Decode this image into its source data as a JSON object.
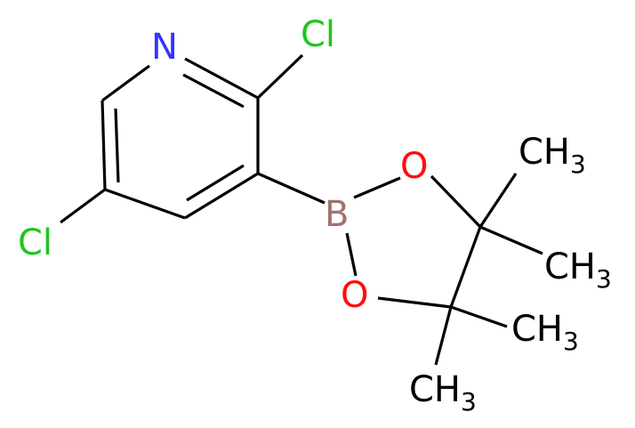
{
  "molecule": {
    "atoms": {
      "n1": {
        "text": "N",
        "color": "#3333ff"
      },
      "cl2": {
        "text": "Cl",
        "color": "#1ec61e"
      },
      "cl5": {
        "text": "Cl",
        "color": "#1ec61e"
      },
      "b": {
        "text": "B",
        "color": "#a0736e"
      },
      "o1": {
        "text": "O",
        "color": "#ff0d0d"
      },
      "o2": {
        "text": "O",
        "color": "#ff0d0d"
      },
      "me1": {
        "base": "CH",
        "sub": "3",
        "color": "#000000"
      },
      "me2": {
        "base": "CH",
        "sub": "3",
        "color": "#000000"
      },
      "me3": {
        "base": "CH",
        "sub": "3",
        "color": "#000000"
      },
      "me4": {
        "base": "CH",
        "sub": "3",
        "color": "#000000"
      }
    },
    "bond_color": "#000000"
  }
}
